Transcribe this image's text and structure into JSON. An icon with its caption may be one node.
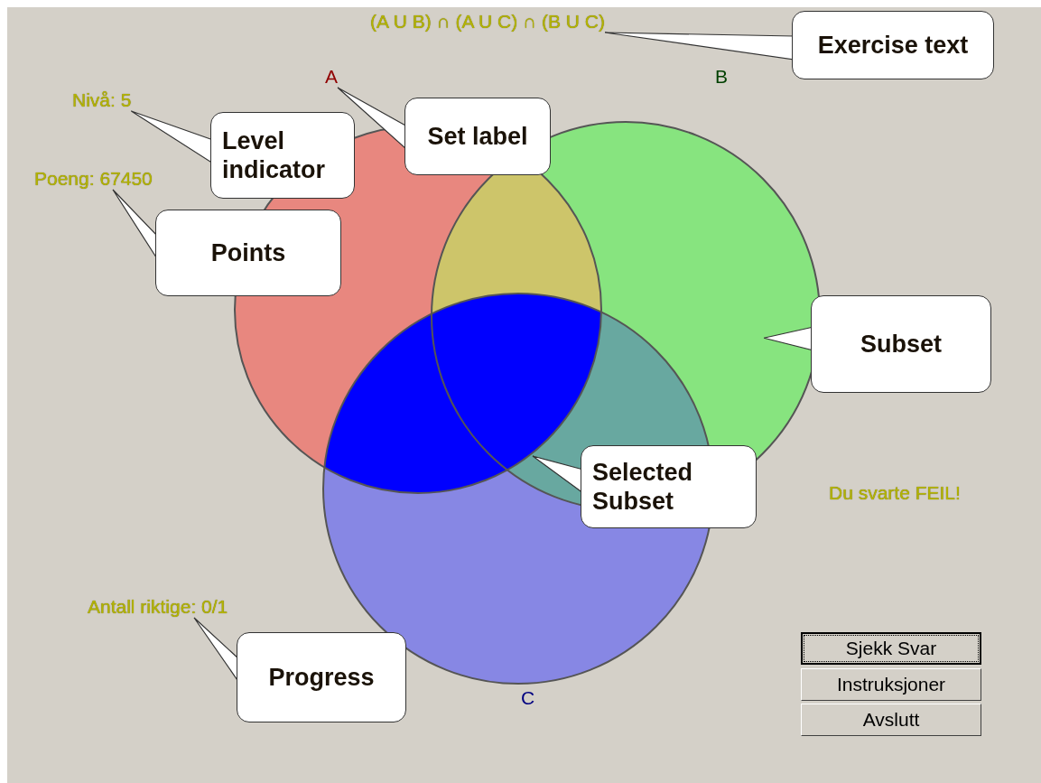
{
  "diagram": {
    "nodes": [
      {
        "text": [
          "(A U B) ∩ (A U C) ∩ (B U C)"
        ]
      },
      {
        "text": [
          "Exercise text"
        ]
      },
      {
        "text": [
          "A"
        ]
      },
      {
        "text": [
          "Nivå: 5"
        ]
      },
      {
        "text": [
          "Level indicator"
        ]
      },
      {
        "text": [
          "Set label"
        ]
      },
      {
        "text": [
          "Poeng: 67450"
        ]
      },
      {
        "text": [
          "Points"
        ]
      },
      {
        "text": [],
        "shape": "circle"
      },
      {
        "text": [
          "Subset"
        ]
      },
      {
        "text": [
          "Selected Subset"
        ]
      },
      {
        "text": [
          "Antall riktige: 0/1"
        ]
      },
      {
        "text": [
          "Progress"
        ]
      }
    ],
    "edges": [
      {
        "from": 1,
        "to": 0,
        "arrow": "to"
      },
      {
        "from": 4,
        "to": 3,
        "arrow": "to"
      },
      {
        "from": 5,
        "to": 2,
        "arrow": "to"
      },
      {
        "from": 7,
        "to": 6,
        "arrow": "to"
      },
      {
        "from": 9,
        "to": 8,
        "arrow": "to"
      },
      {
        "from": 10,
        "to": null,
        "arrow": "to"
      },
      {
        "from": 12,
        "to": 11,
        "arrow": "to"
      }
    ],
    "labels": [
      "B",
      "Du svarte FEIL!",
      "Sjekk Svar",
      "Instruksjoner",
      "Avslutt",
      "C"
    ]
  }
}
